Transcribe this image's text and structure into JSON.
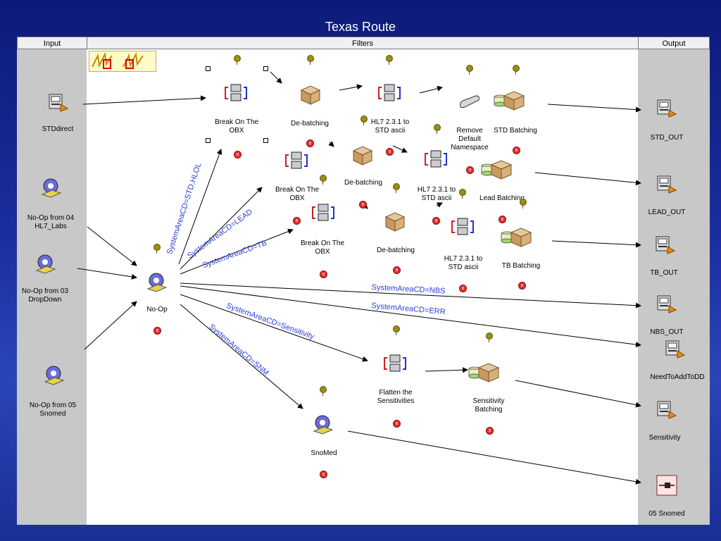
{
  "title": "Texas Route",
  "columns": {
    "input": "Input",
    "filters": "Filters",
    "output": "Output"
  },
  "nodes": {
    "std_direct": "STDdirect",
    "noop_04": "No-Op from 04\nHL7_Labs",
    "noop_03": "No-Op from 03\nDropDown",
    "noop_05": "No-Op from 05\nSnomed",
    "noop": "No-Op",
    "break_1": "Break On The\nOBX",
    "debatch_1": "De-batching",
    "hl7_1": "HL7 2.3.1 to\nSTD ascii",
    "remove_default": "Remove\nDefault\nNamespace",
    "std_batching": "STD Batching",
    "break_2": "Break On The\nOBX",
    "debatch_2": "De-batching",
    "hl7_2": "HL7 2.3.1 to\nSTD ascii",
    "lead_batching": "Lead Batching",
    "break_3": "Break On The\nOBX",
    "debatch_3": "De-batching",
    "hl7_3": "HL7 2.3.1 to\nSTD ascii",
    "tb_batching": "TB Batching",
    "flatten": "Flatten the\nSensitivities",
    "sens_batching": "Sensitivity\nBatching",
    "snomed": "SnoMed",
    "std_out": "STD_OUT",
    "lead_out": "LEAD_OUT",
    "tb_out": "TB_OUT",
    "nbs_out": "NBS_OUT",
    "need_add": "NeedToAddToDD",
    "sensitivity": "Sensitivity",
    "snomed_05": "05 Snomed"
  },
  "edge_labels": {
    "std": "SystemAreaCD=STD,HLOL",
    "lead": "SystemAreaCD=LEAD",
    "tb": "SystemAreaCD=TB",
    "nbs": "SystemAreaCD=NBS",
    "err": "SystemAreaCD=ERR",
    "sensitivity": "SystemAreaCD=Sensitivity",
    "snm": "SystemAreaCD=SNM"
  },
  "colors": {
    "edge_label": "#2b3fd6",
    "background": "#1b2fa0",
    "column_gray": "#c8c8c8"
  },
  "icons": {
    "comm_point": "printer-icon",
    "router": "gear-icon",
    "filter": "computers-icon",
    "batch": "box-icon",
    "namespace": "scroll-icon",
    "database": "db-icon",
    "snomed_out": "route-icon"
  }
}
